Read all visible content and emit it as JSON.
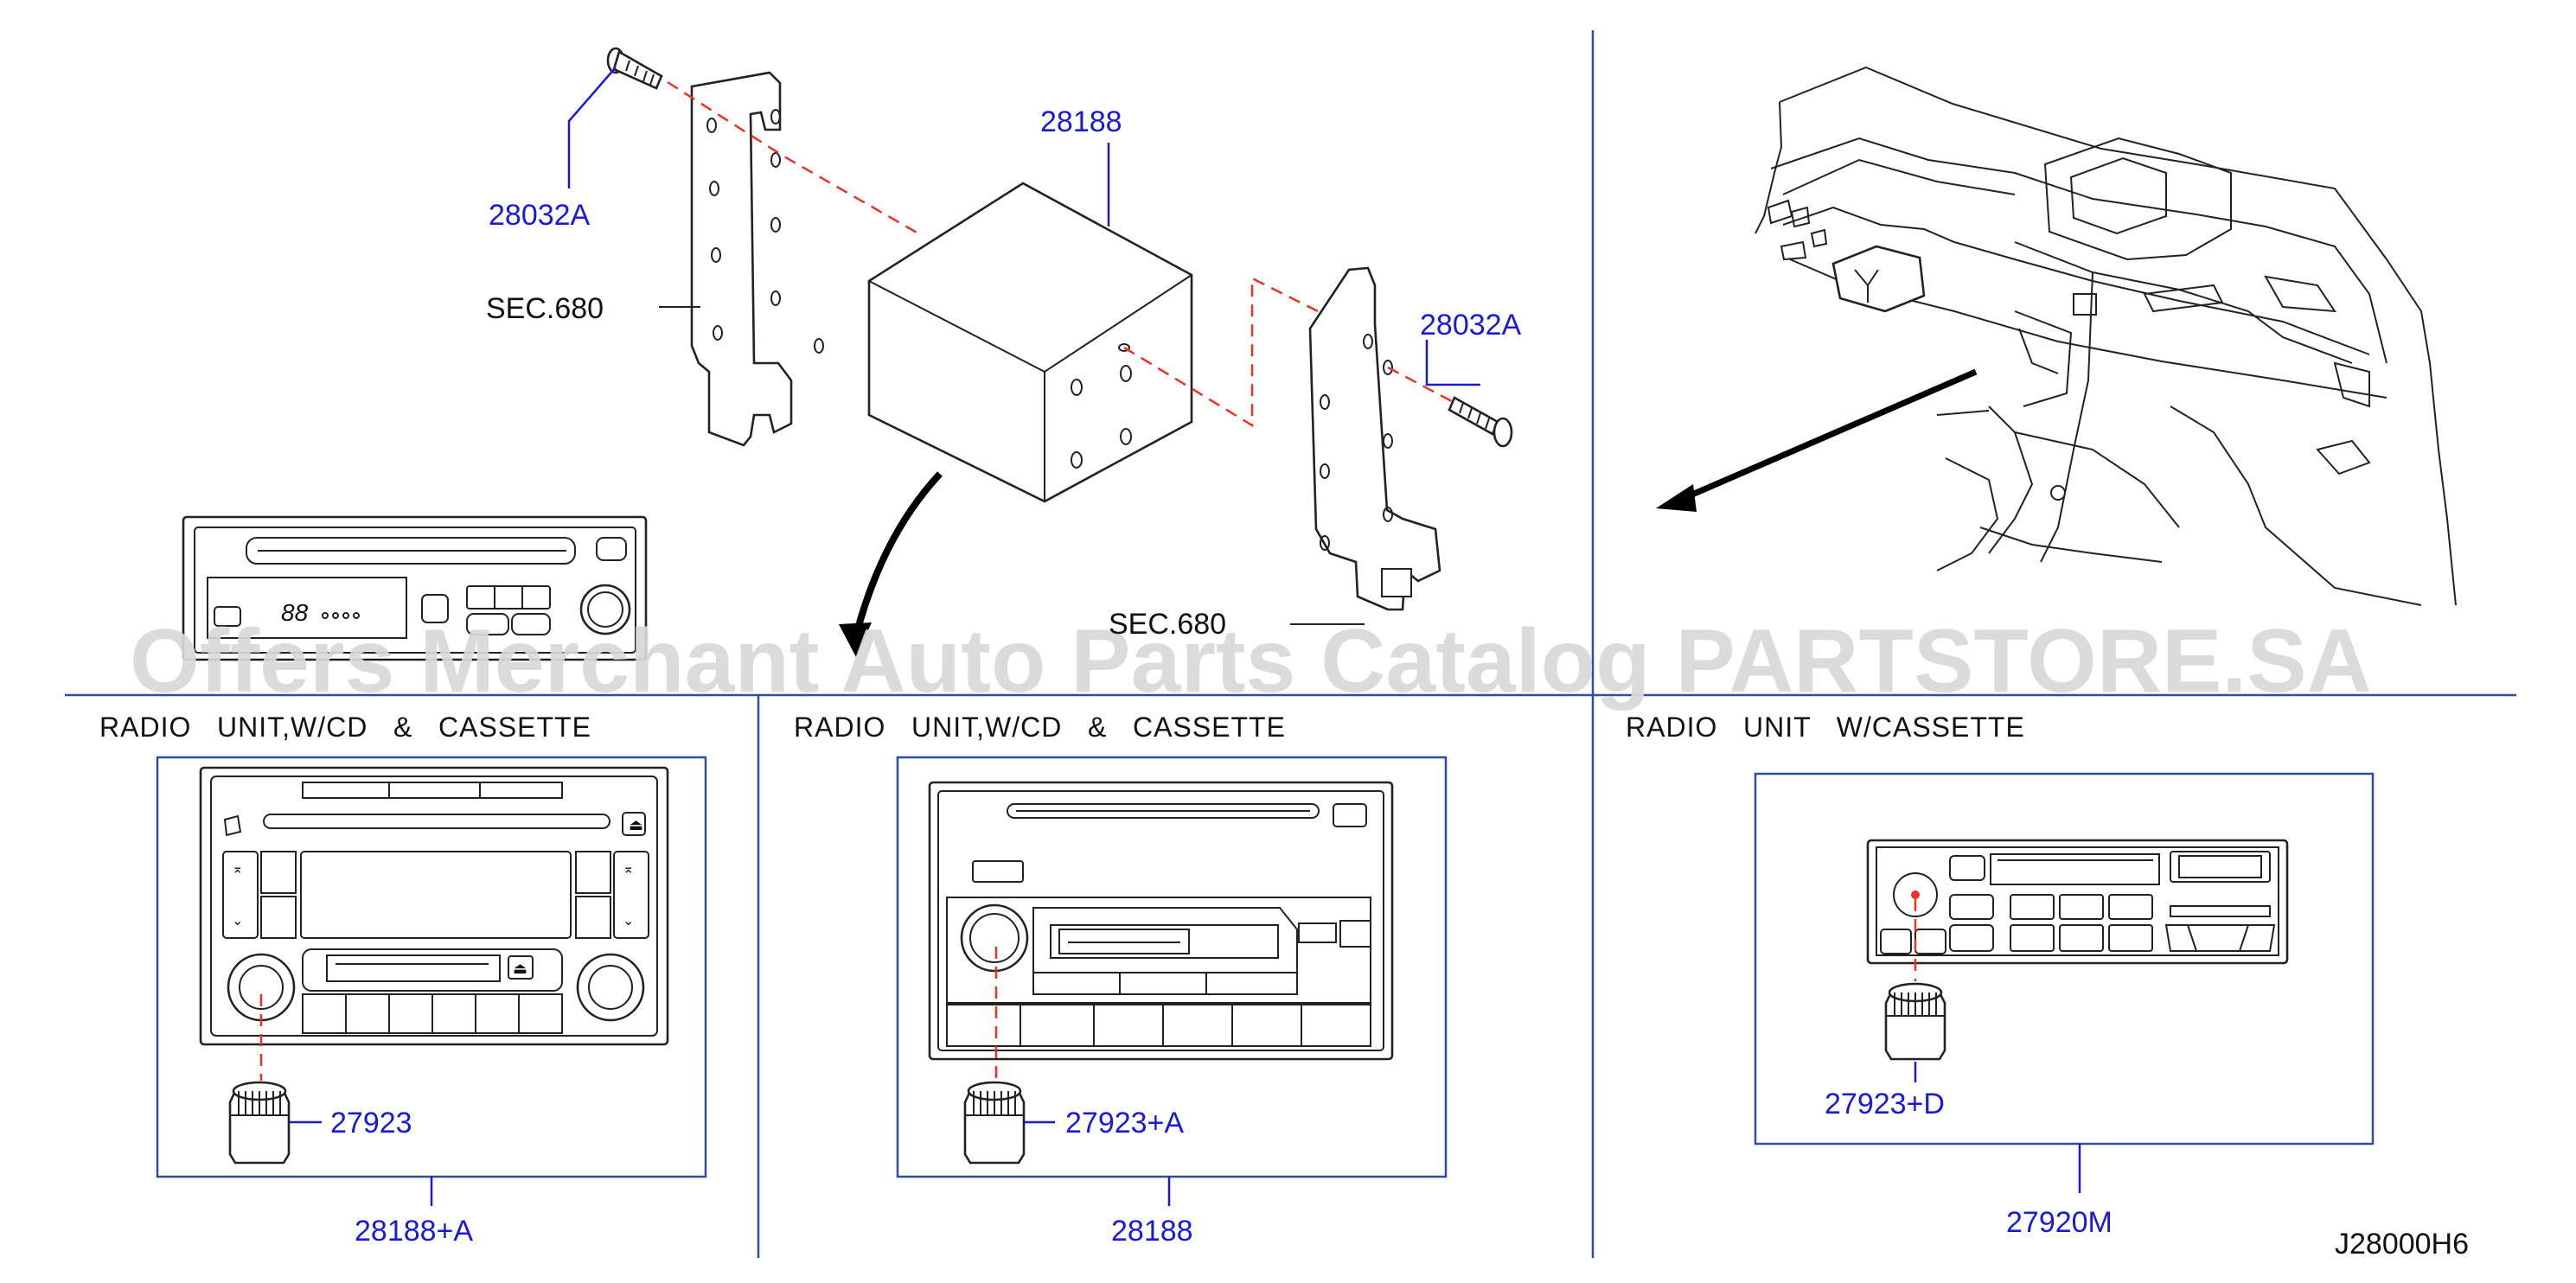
{
  "diagram_code": "J28000H6",
  "watermark": "Offers Merchant Auto Parts Catalog PARTSTORE.SA",
  "top_callouts": {
    "screw_left": "28032A",
    "screw_right": "28032A",
    "radio_box": "28188",
    "bracket_left": "SEC.680",
    "bracket_right": "SEC.680"
  },
  "panels": [
    {
      "title": "RADIO   UNIT,W/CD   &   CASSETTE",
      "knob": "27923",
      "unit": "28188+A"
    },
    {
      "title": "RADIO   UNIT,W/CD   &   CASSETTE",
      "knob": "27923+A",
      "unit": "28188"
    },
    {
      "title": "RADIO   UNIT   W/CASSETTE",
      "knob": "27923+D",
      "unit": "27920M"
    }
  ],
  "colors": {
    "part_number": "#1a1ad6",
    "dash_line": "#e8332a",
    "separator": "#2b4fa0"
  }
}
